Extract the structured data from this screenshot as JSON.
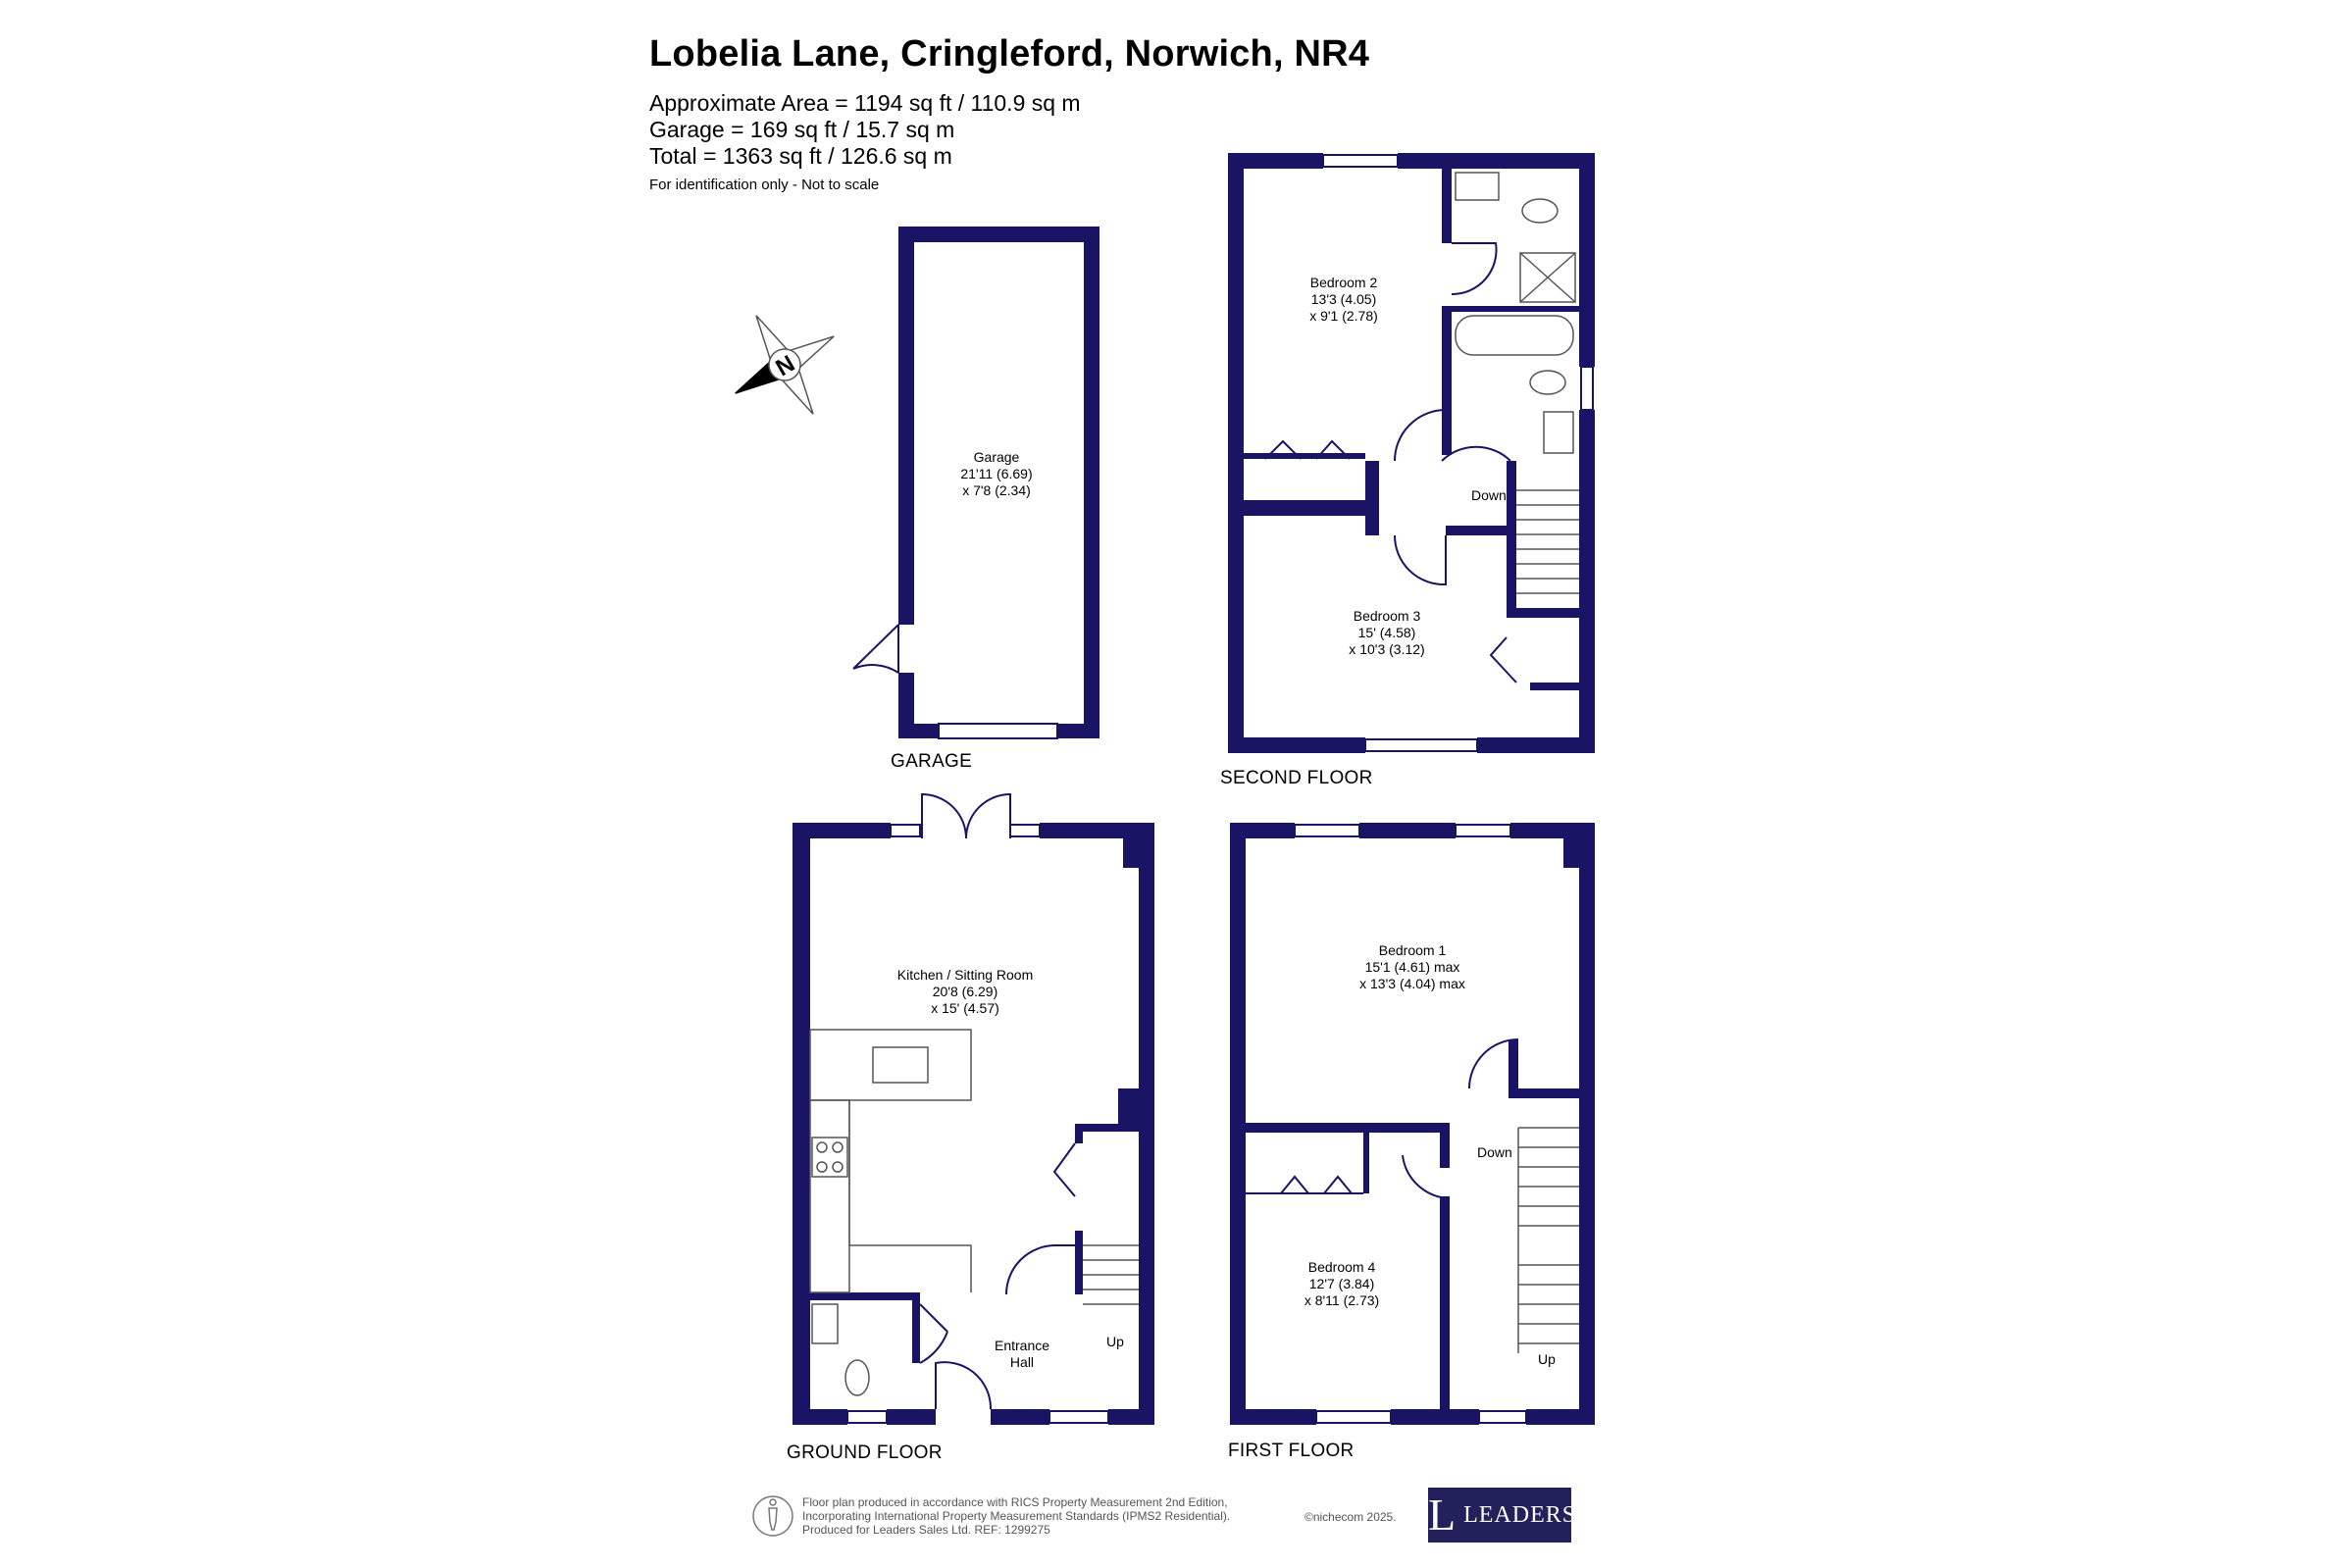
{
  "header": {
    "title": "Lobelia Lane, Cringleford, Norwich, NR4",
    "approx_area": "Approximate Area = 1194 sq ft / 110.9 sq m",
    "garage_area": "Garage = 169 sq ft / 15.7 sq m",
    "total_area": "Total = 1363 sq ft / 126.6 sq m",
    "disclaimer": "For identification only - Not to scale"
  },
  "floors": {
    "garage": "GARAGE",
    "second": "SECOND FLOOR",
    "ground": "GROUND FLOOR",
    "first": "FIRST FLOOR"
  },
  "rooms": {
    "garage": {
      "name": "Garage",
      "dim1": "21'11 (6.69)",
      "dim2": "x 7'8 (2.34)"
    },
    "bedroom2": {
      "name": "Bedroom 2",
      "dim1": "13'3 (4.05)",
      "dim2": "x 9'1 (2.78)"
    },
    "bedroom3": {
      "name": "Bedroom 3",
      "dim1": "15' (4.58)",
      "dim2": "x 10'3 (3.12)"
    },
    "kitchen": {
      "name": "Kitchen / Sitting Room",
      "dim1": "20'8 (6.29)",
      "dim2": "x 15' (4.57)"
    },
    "bedroom1": {
      "name": "Bedroom 1",
      "dim1": "15'1 (4.61) max",
      "dim2": "x 13'3 (4.04) max"
    },
    "bedroom4": {
      "name": "Bedroom 4",
      "dim1": "12'7 (3.84)",
      "dim2": "x 8'11 (2.73)"
    },
    "hall": {
      "name": "Entrance",
      "name2": "Hall"
    }
  },
  "stairs": {
    "second_down": "Down",
    "first_down": "Down",
    "first_up": "Up",
    "ground_up": "Up"
  },
  "compass": {
    "letter": "N"
  },
  "footer": {
    "line1": "Floor plan produced in accordance with RICS Property Measurement 2nd Edition,",
    "line2": "Incorporating International Property Measurement Standards (IPMS2 Residential).",
    "line3": "Produced for Leaders Sales Ltd.   REF:  1299275",
    "copyright": "©nichecom 2025.",
    "logo_letter": "L",
    "logo_word": "LEADERS"
  },
  "colors": {
    "wall": "#1a1464",
    "logo_bg": "#23215b",
    "fixture": "#555555"
  }
}
